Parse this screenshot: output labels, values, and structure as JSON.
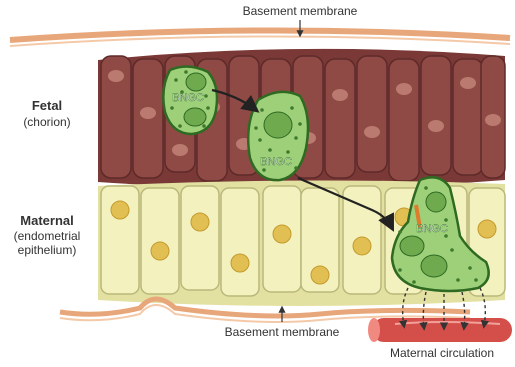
{
  "labels": {
    "basement_top": "Basement membrane",
    "basement_bottom": "Basement membrane",
    "fetal_title": "Fetal",
    "fetal_sub": "(chorion)",
    "maternal_title": "Maternal",
    "maternal_sub1": "(endometrial",
    "maternal_sub2": "epithelium)",
    "bngc_1": "BNGC",
    "bngc_2": "BNGC",
    "bngc_3": "BNGC",
    "maternal_circulation": "Maternal circulation"
  },
  "colors": {
    "fetal_cell_fill": "#8f4a46",
    "fetal_cell_stroke": "#5e2a28",
    "fetal_nucleus": "#c98b7e",
    "maternal_cell_fill": "#f3f2bf",
    "maternal_cell_stroke": "#b9b77a",
    "maternal_nucleus": "#e2bf52",
    "bngc_fill": "#9ed07a",
    "bngc_stroke": "#2e6a22",
    "bngc_granule": "#3f7a2c",
    "membrane": "#e8a77a",
    "blood_vessel": "#d44f4a",
    "text": "#333333"
  }
}
